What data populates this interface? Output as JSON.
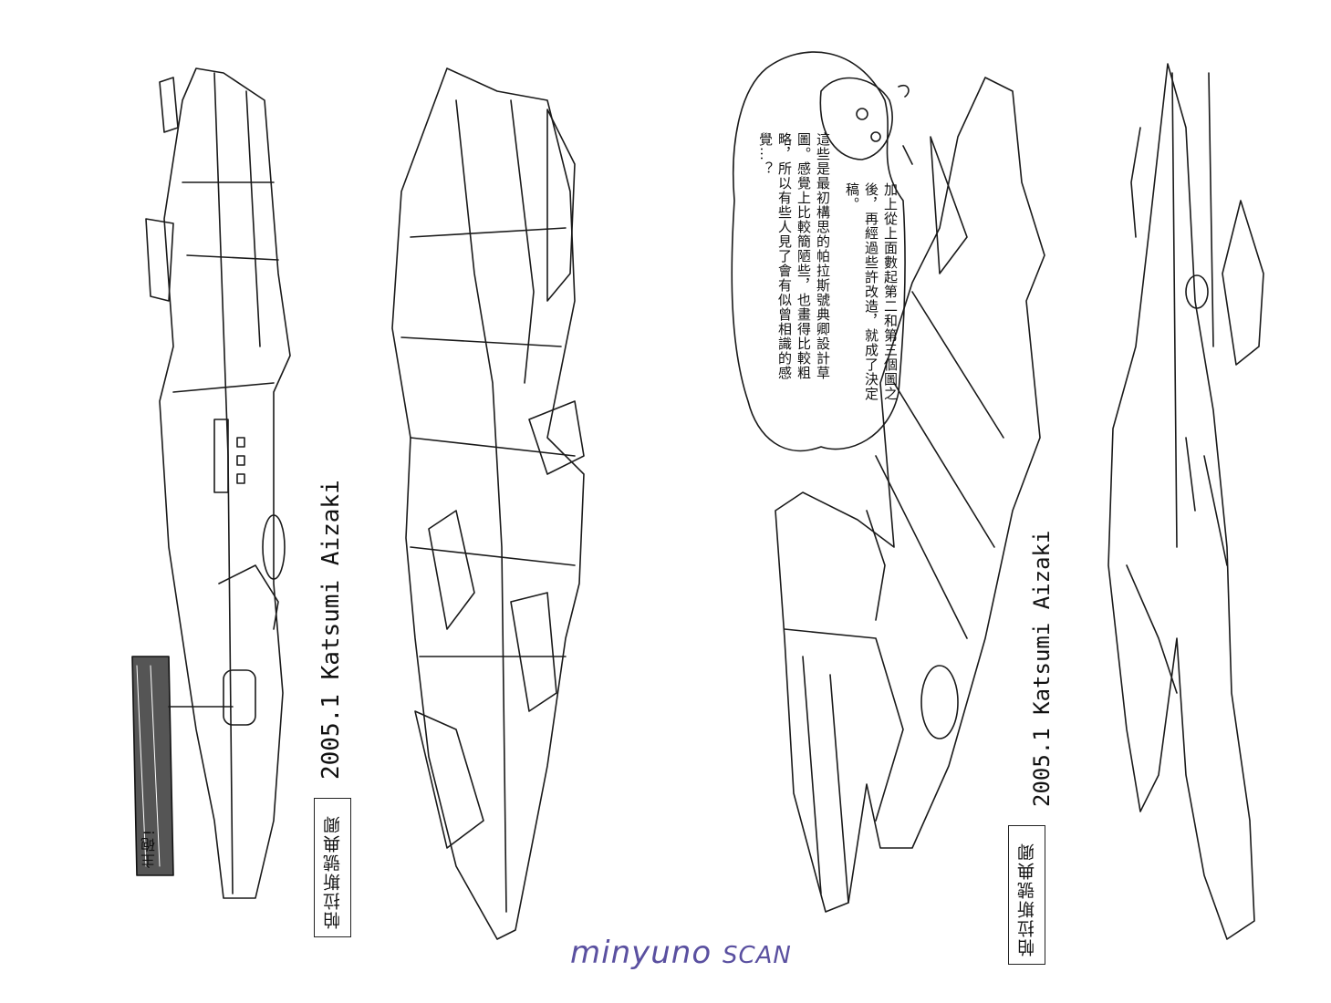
{
  "sketch_page": {
    "left_panel": {
      "callout_label": "主砲!",
      "signature": "2005.1 Katsumi Aizaki",
      "name_label": "帕拉斯號典卿"
    },
    "right_panel": {
      "speech_bubble": {
        "paragraph1": "這些是最初構思的帕拉斯號典卿設計草圖。感覺上比較簡陋些，也畫得比較粗略，所以有些人見了會有似曾相識的感覺…？",
        "paragraph2": "加上從上面數起第二和第三個圖之後，再經過些許改造，就成了決定稿。"
      },
      "signature": "2005.1 Katsumi Aizaki",
      "name_label": "帕拉斯號典卿"
    },
    "watermark": {
      "text": "minyuno",
      "suffix": "SCAN"
    }
  }
}
